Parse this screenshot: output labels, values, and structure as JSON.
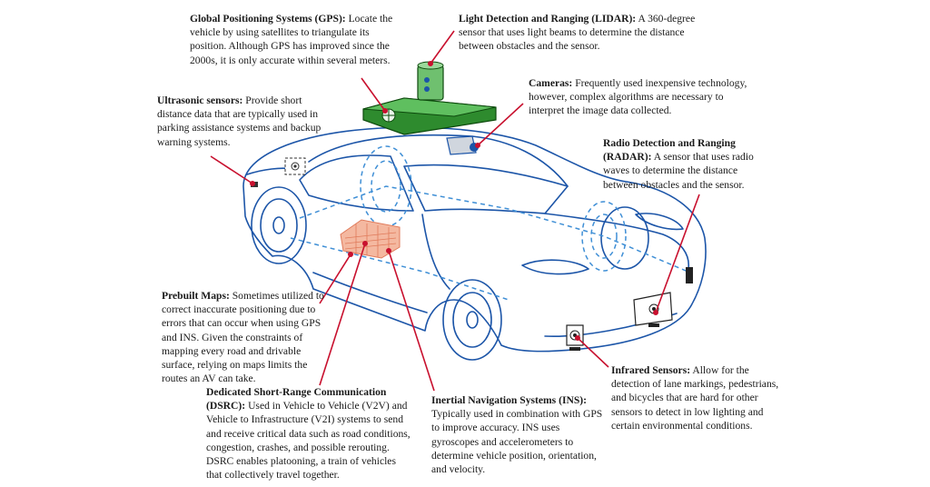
{
  "colors": {
    "car_outline": "#1c55a8",
    "leader": "#c8102e",
    "gps_box": "#2e8b2e",
    "maps_block": "#f0a58a"
  },
  "callouts": {
    "gps": {
      "title": "Global Positioning Systems (GPS):",
      "text": "Locate the vehicle by using satellites to triangulate its position. Although GPS has improved since the 2000s, it is only accurate within several meters."
    },
    "lidar": {
      "title": "Light Detection and Ranging (LIDAR):",
      "text": "A 360-degree sensor that uses light beams to determine the distance between obstacles and the sensor."
    },
    "cameras": {
      "title": "Cameras:",
      "text": "Frequently used inexpensive technology, however, complex algorithms are necessary to interpret the image data collected."
    },
    "ultrasonic": {
      "title": "Ultrasonic sensors:",
      "text": "Provide short distance data that are typically used in parking assistance systems and backup warning systems."
    },
    "radar": {
      "title": "Radio Detection and Ranging (RADAR):",
      "text": "A sensor that uses radio waves to determine the distance between obstacles and the sensor."
    },
    "maps": {
      "title": "Prebuilt Maps:",
      "text": "Sometimes utilized to correct inaccurate positioning due to errors that can occur when using GPS and INS. Given the constraints of mapping every road and drivable surface, relying on maps limits the routes  an AV can take."
    },
    "dsrc": {
      "title": "Dedicated Short-Range Communication (DSRC):",
      "text": "Used in Vehicle to Vehicle (V2V) and Vehicle to Infrastructure (V2I) systems to send and receive critical data such as road conditions, congestion, crashes, and possible rerouting. DSRC enables platooning, a train of vehicles that collectively travel together."
    },
    "ins": {
      "title": "Inertial Navigation Systems (INS):",
      "text": "Typically used in combination with GPS to improve accuracy. INS uses gyroscopes and accelerometers to determine vehicle position, orientation, and velocity."
    },
    "infrared": {
      "title": "Infrared Sensors:",
      "text": "Allow for the detection of lane markings, pedestrians, and bicycles that are hard for other sensors to detect in low lighting and certain environmental conditions."
    }
  }
}
